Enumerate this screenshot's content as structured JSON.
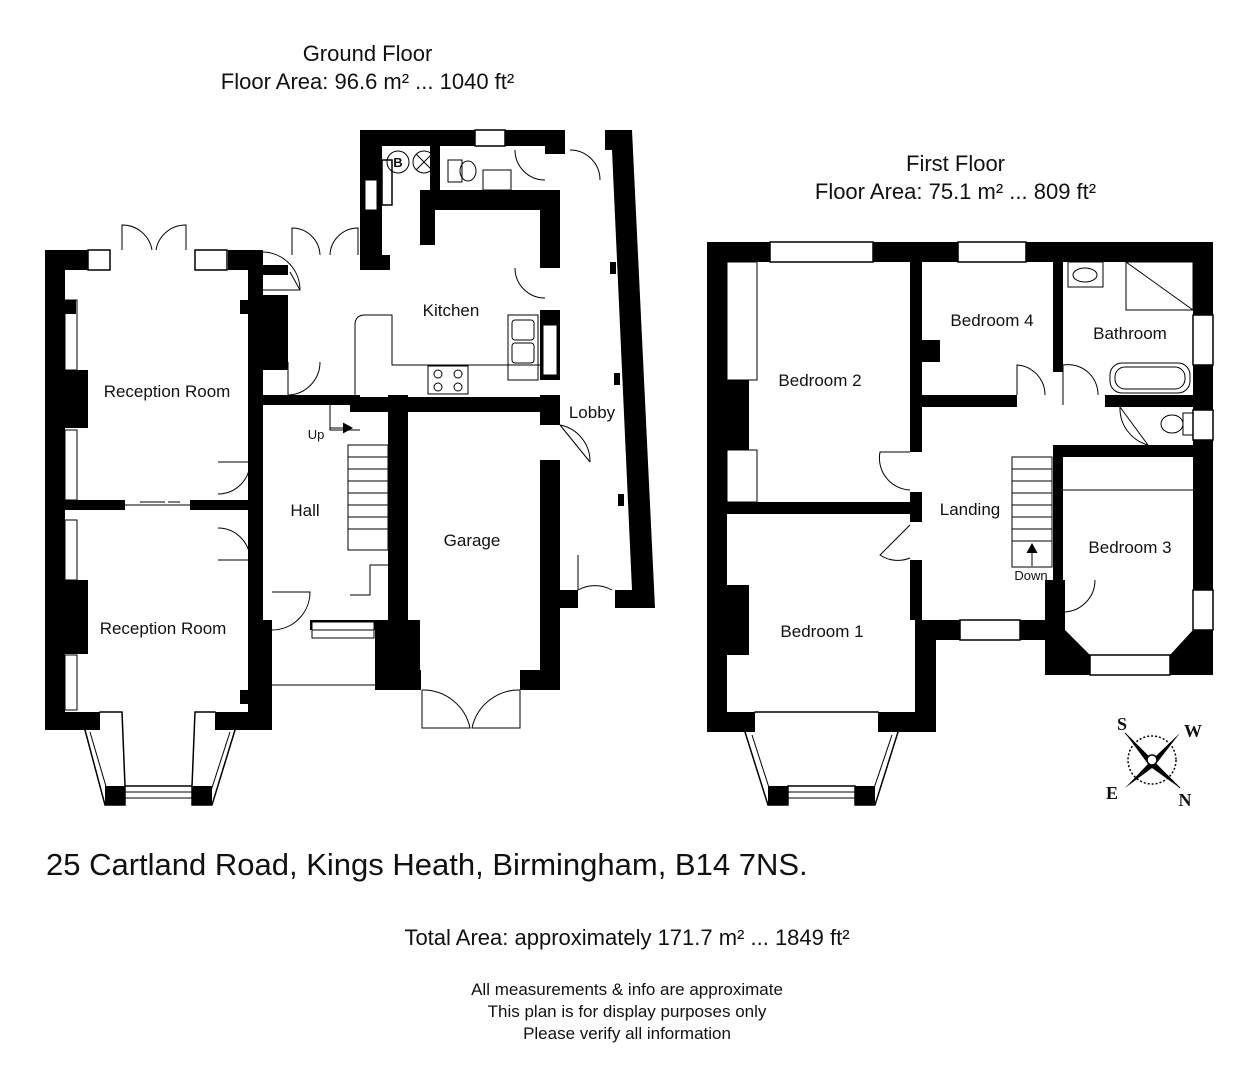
{
  "ground_floor": {
    "title": "Ground Floor",
    "area": "Floor Area: 96.6 m² ... 1040 ft²",
    "rooms": {
      "reception_upper": "Reception Room",
      "reception_lower": "Reception Room",
      "kitchen": "Kitchen",
      "hall": "Hall",
      "garage": "Garage",
      "lobby": "Lobby",
      "stairs_up": "Up",
      "boiler": "B"
    }
  },
  "first_floor": {
    "title": "First Floor",
    "area": "Floor Area: 75.1 m² ... 809 ft²",
    "rooms": {
      "bedroom1": "Bedroom 1",
      "bedroom2": "Bedroom 2",
      "bedroom3": "Bedroom 3",
      "bedroom4": "Bedroom 4",
      "bathroom": "Bathroom",
      "landing": "Landing",
      "stairs_down": "Down"
    }
  },
  "compass": {
    "n": "N",
    "s": "S",
    "e": "E",
    "w": "W"
  },
  "address": "25 Cartland Road, Kings Heath, Birmingham, B14 7NS.",
  "total_area": "Total Area: approximately 171.7 m² ... 1849 ft²",
  "disclaimer": [
    "All measurements & info are approximate",
    "This plan is for display purposes only",
    "Please verify all information"
  ]
}
